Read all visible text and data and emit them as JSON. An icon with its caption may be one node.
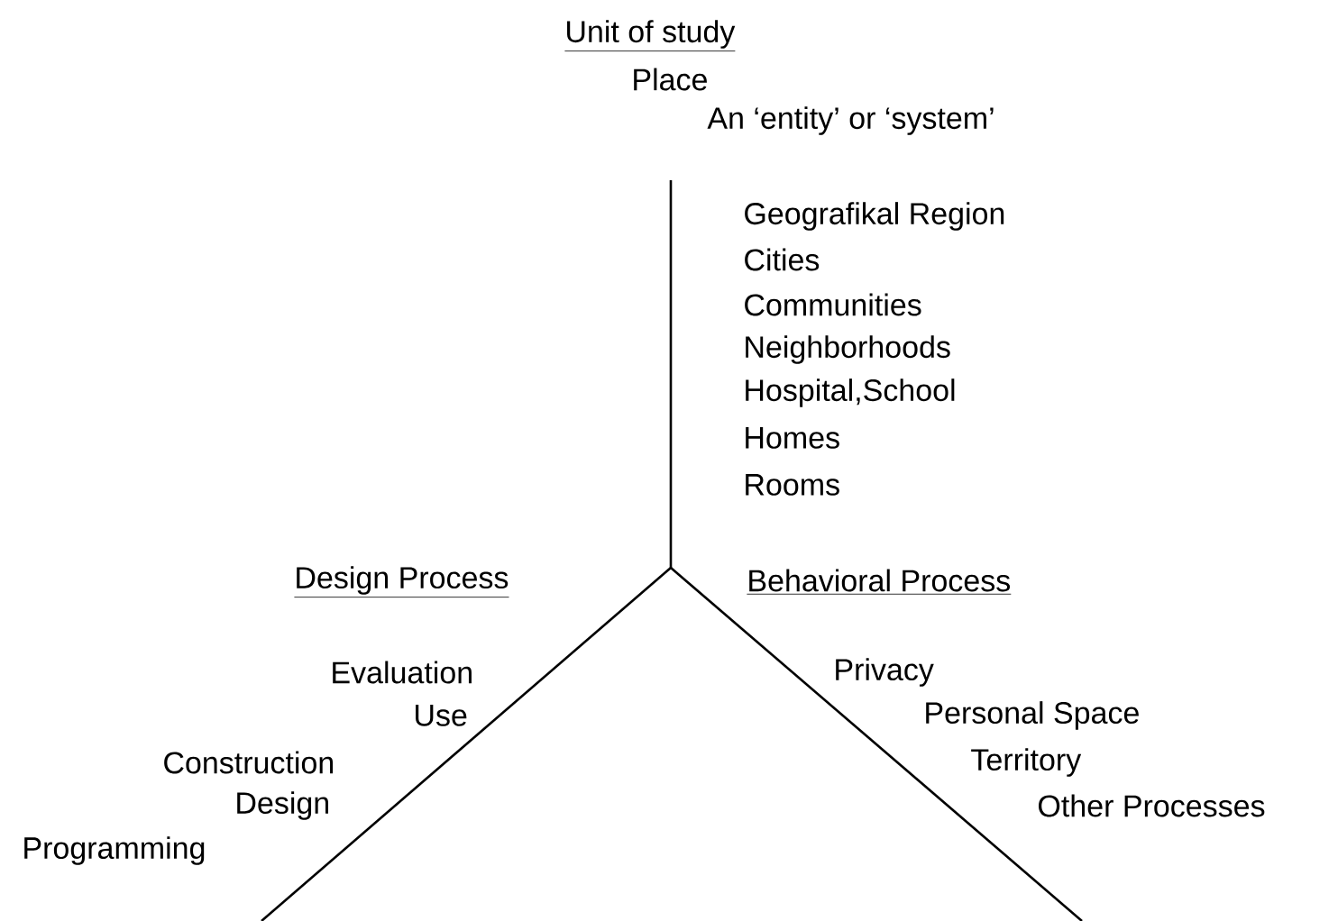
{
  "diagram": {
    "labels": [
      "Unit of study",
      "Place",
      "An ‘entity’ or ‘system’",
      "Geografikal Region",
      "Cities",
      "Communities",
      "Neighborhoods",
      "Hospital,School",
      "Homes",
      "Rooms",
      "Design Process",
      "Behavioral Process",
      "Evaluation",
      "Use",
      "Construction",
      "Design",
      "Programming",
      "Privacy",
      "Personal Space",
      "Territory",
      "Other Processes"
    ]
  }
}
